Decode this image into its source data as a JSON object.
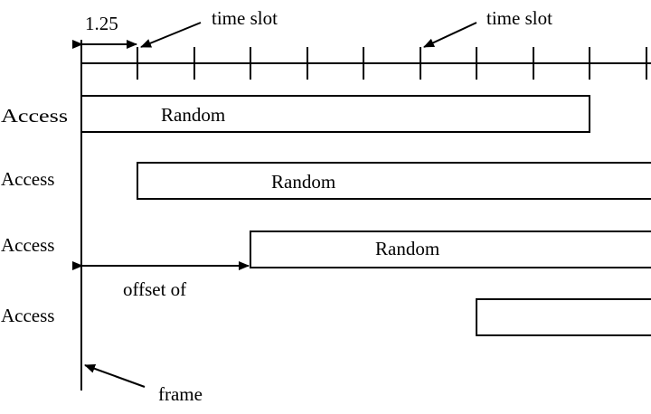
{
  "timeline": {
    "slot_width_label": "1.25",
    "time_slot_label_left": "time slot",
    "time_slot_label_right": "time slot"
  },
  "channels": [
    {
      "access_label": "Access",
      "bar_label": "Random"
    },
    {
      "access_label": "Access",
      "bar_label": "Random"
    },
    {
      "access_label": "Access",
      "bar_label": "Random"
    },
    {
      "access_label": "Access",
      "bar_label": ""
    }
  ],
  "offset_label": "offset of",
  "frame_label": "frame",
  "colors": {
    "stroke": "#000000",
    "background": "#ffffff"
  }
}
